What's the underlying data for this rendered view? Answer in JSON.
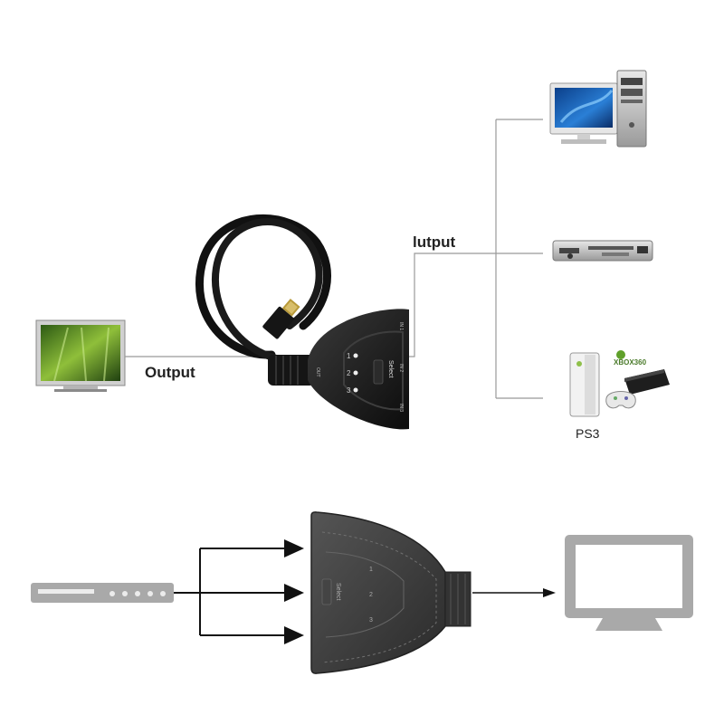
{
  "labels": {
    "output_left": "Output",
    "output_right": "lutput",
    "ps3": "PS3",
    "xbox": "XBOX360"
  },
  "switch_top": {
    "select": "Select",
    "port_1": "IN 1",
    "port_2": "IN 2",
    "port_3": "IN 3",
    "out": "OUT",
    "num_1": "1",
    "num_2": "2",
    "num_3": "3"
  },
  "switch_bottom": {
    "select": "Select",
    "num_1": "1",
    "num_2": "2",
    "num_3": "3"
  },
  "colors": {
    "line": "#999999",
    "arrow": "#111111",
    "switch_body": "#1c1c1c",
    "device_gray": "#a9a9a9"
  }
}
